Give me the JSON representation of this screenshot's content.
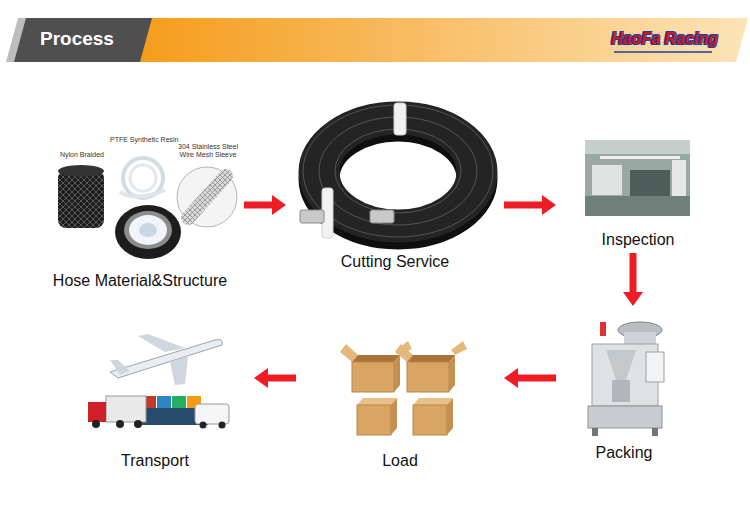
{
  "diagram": {
    "title": "Process",
    "nodes": [
      {
        "text": [
          "Hose Material&Structure"
        ]
      },
      {
        "text": [
          "Cutting Service"
        ]
      },
      {
        "text": [
          "Inspection"
        ]
      },
      {
        "text": [
          "Packing"
        ]
      },
      {
        "text": [
          "Load"
        ]
      },
      {
        "text": [
          "Transport"
        ]
      }
    ],
    "edges": [
      {
        "from": 0,
        "to": 1,
        "arrow": "to"
      },
      {
        "from": 1,
        "to": 2,
        "arrow": "to"
      },
      {
        "from": 2,
        "to": 3,
        "arrow": "to"
      },
      {
        "from": 3,
        "to": 4,
        "arrow": "to"
      },
      {
        "from": 4,
        "to": 5,
        "arrow": "to"
      }
    ],
    "labels": [
      "HaoFa Racing",
      "PTFE Synthetic Resin",
      "Nylon Braided",
      "304 Stainless Steel Wire Mesh Sleeve"
    ]
  }
}
